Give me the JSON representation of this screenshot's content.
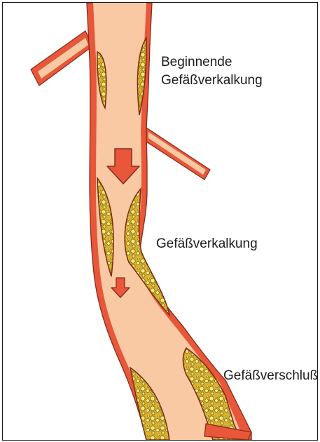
{
  "labels": {
    "beginning_line1": "Beginnende",
    "beginning_line2": "Gefäßverkalkung",
    "calcification": "Gefäßverkalkung",
    "occlusion": "Gefäßverschluß"
  },
  "colors": {
    "vessel_wall": "#e8573a",
    "vessel_lumen": "#f8c9a2",
    "wall_outline": "#8a2a1a",
    "plaque_fill": "#e8d24a",
    "plaque_bubble": "#f3e87a",
    "arrow": "#e8573a"
  },
  "icons": [
    "flow-arrow-large-icon",
    "flow-arrow-small-icon"
  ]
}
